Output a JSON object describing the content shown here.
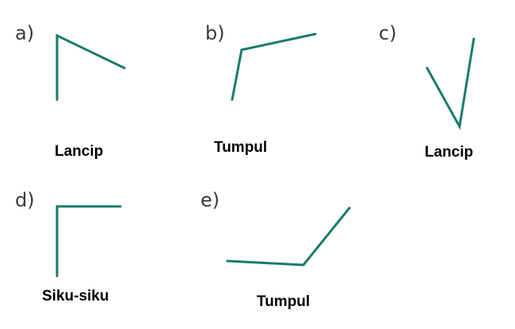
{
  "colors": {
    "angle_stroke": "#1b7a6e",
    "letter_text": "#3a3a3a",
    "answer_text": "#000000"
  },
  "items": [
    {
      "letter": "a)",
      "answer": "Lancip"
    },
    {
      "letter": "b)",
      "answer": "Tumpul"
    },
    {
      "letter": "c)",
      "answer": "Lancip"
    },
    {
      "letter": "d)",
      "answer": "Siku-siku"
    },
    {
      "letter": "e)",
      "answer": "Tumpul"
    }
  ]
}
